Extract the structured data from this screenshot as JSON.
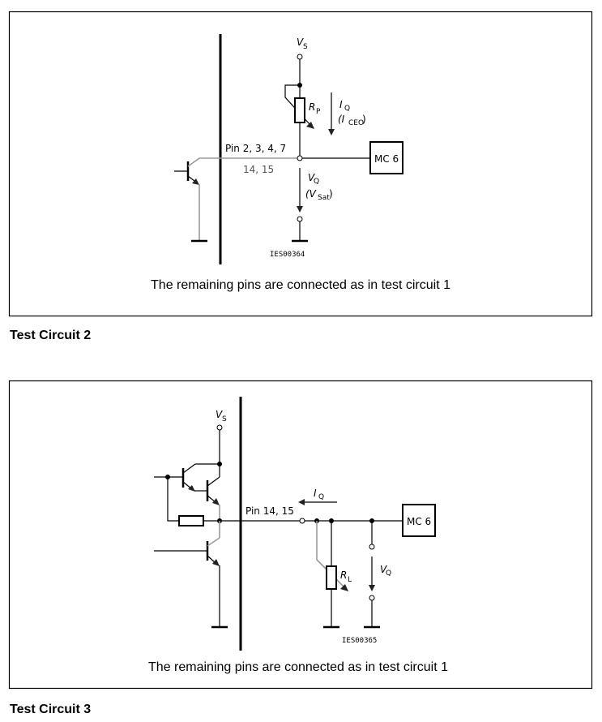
{
  "figures": [
    {
      "heading": "Test Circuit 2",
      "caption": "The remaining pins are connected as in test circuit 1",
      "labels": {
        "supply": "V",
        "supply_sub": "S",
        "resistor": "R",
        "resistor_sub": "P",
        "current": "I",
        "current_sub": "Q",
        "current_alt_open": "(I",
        "current_alt_sub": "CEO",
        "current_alt_close": ")",
        "voltage": "V",
        "voltage_sub": "Q",
        "voltage_alt_open": "(V",
        "voltage_alt_sub": "Sat",
        "voltage_alt_close": ")",
        "pins_line1": "Pin 2, 3, 4, 7",
        "pins_line2": "14, 15",
        "module": "MC 6",
        "drawing_id": "IES00364"
      }
    },
    {
      "heading": "Test Circuit 3",
      "caption": "The remaining pins are connected as in test circuit 1",
      "labels": {
        "supply": "V",
        "supply_sub": "S",
        "resistor": "R",
        "resistor_sub": "L",
        "current": "I",
        "current_sub": "Q",
        "voltage": "V",
        "voltage_sub": "Q",
        "pins": "Pin 14, 15",
        "module": "MC 6",
        "drawing_id": "IES00365"
      }
    }
  ]
}
